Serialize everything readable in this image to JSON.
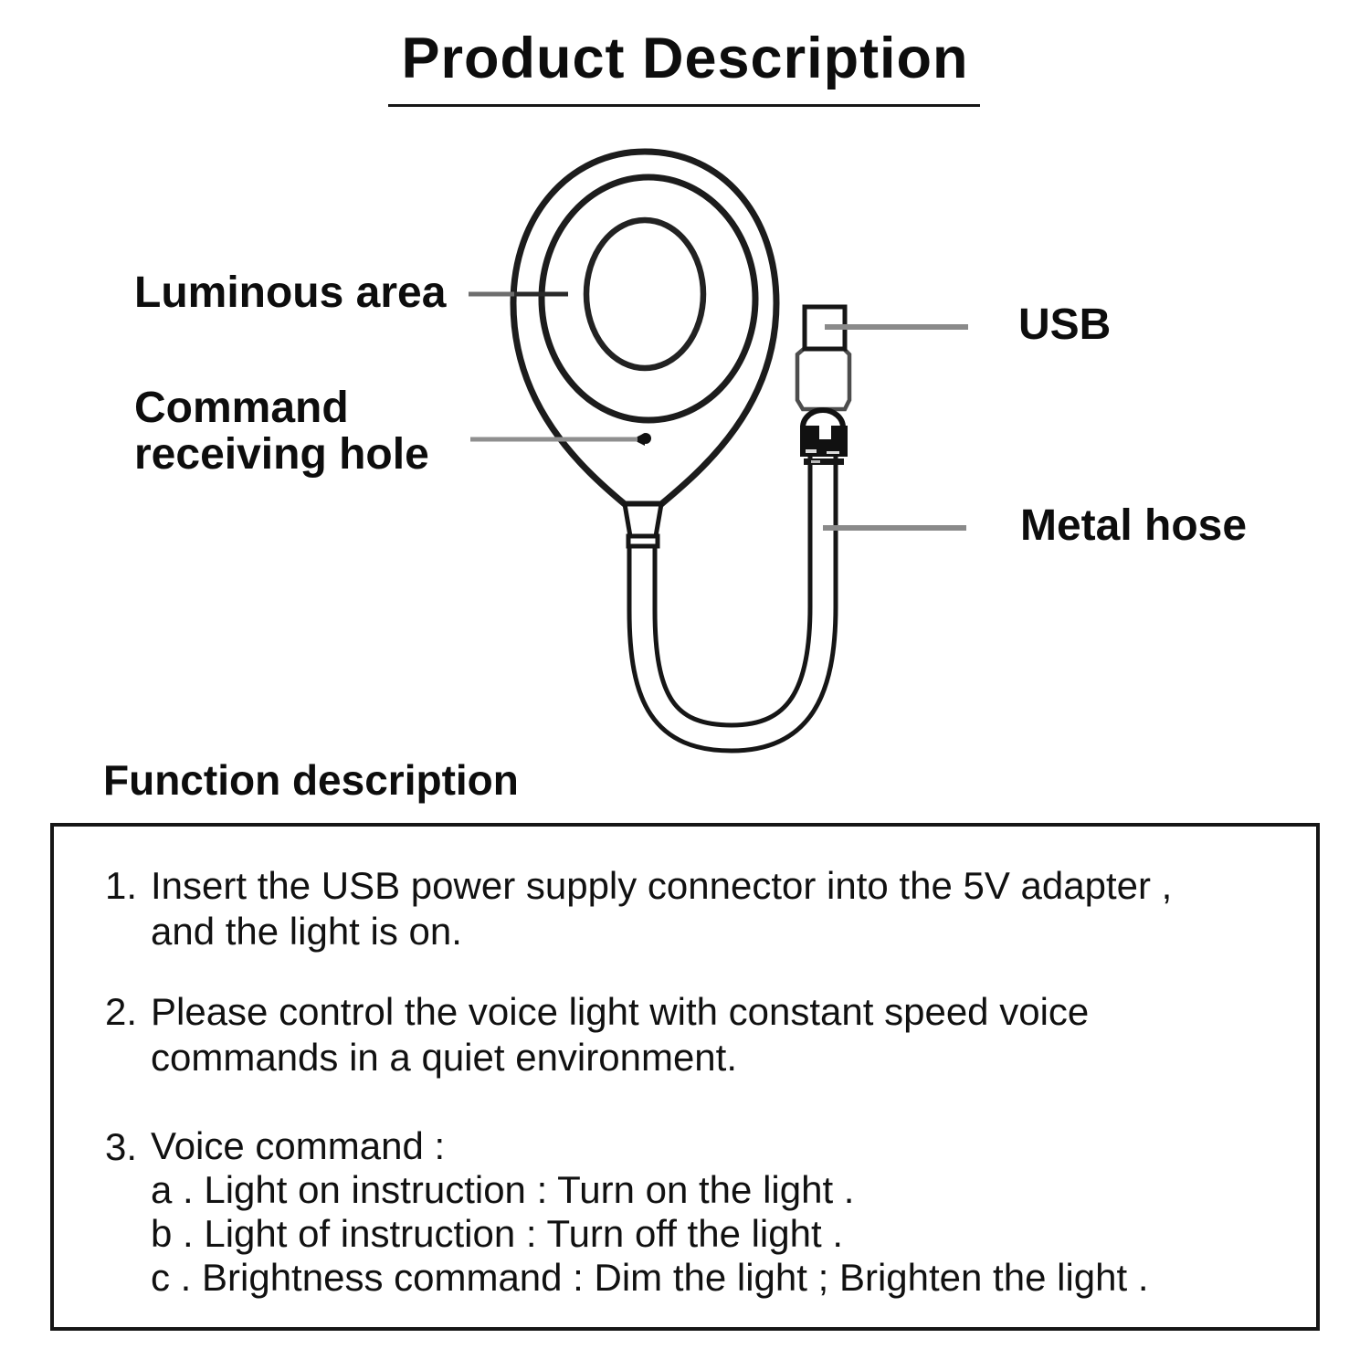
{
  "title": "Product Description",
  "diagram": {
    "labels": {
      "luminous_area": "Luminous area",
      "command_hole_line1": "Command",
      "command_hole_line2": "receiving hole",
      "usb": "USB",
      "metal_hose": "Metal hose"
    }
  },
  "function_section": {
    "heading": "Function description",
    "items": [
      {
        "num": "1.",
        "lines": [
          "Insert the USB power supply connector into the 5V adapter ,",
          "and the light is on."
        ]
      },
      {
        "num": "2.",
        "lines": [
          "Please control the voice light with constant speed voice",
          "commands in a quiet environment."
        ]
      },
      {
        "num": "3.",
        "lines": [
          "Voice command :"
        ],
        "sub": [
          "a . Light on instruction : Turn on the light .",
          "b . Light of instruction : Turn off the light .",
          "c . Brightness command : Dim the light ; Brighten the light ."
        ]
      }
    ]
  },
  "colors": {
    "ink": "#161616",
    "leader_gray": "#8a8a8a",
    "usb_body_gray": "#4d4d4d"
  }
}
